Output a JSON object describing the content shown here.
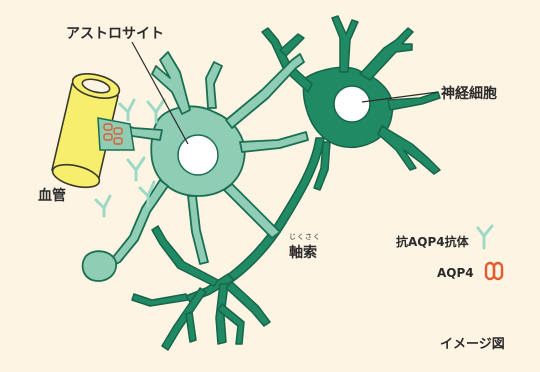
{
  "labels": {
    "astrocyte": "アストロサイト",
    "neuron": "神経細胞",
    "blood_vessel": "血管",
    "axon": "軸索",
    "axon_ruby": "じくさく",
    "illustration_note": "イメージ図"
  },
  "legend": {
    "antibody": "抗AQP4抗体",
    "aqp4": "AQP4"
  },
  "colors": {
    "background": "#fdf4e3",
    "astrocyte_fill": "#8fcdb5",
    "neuron_fill": "#1f8a63",
    "outline": "#1a6e52",
    "vessel_fill": "#f7ee6e",
    "antibody_color": "#9ed9c6",
    "aqp4_color": "#e35a2e"
  }
}
